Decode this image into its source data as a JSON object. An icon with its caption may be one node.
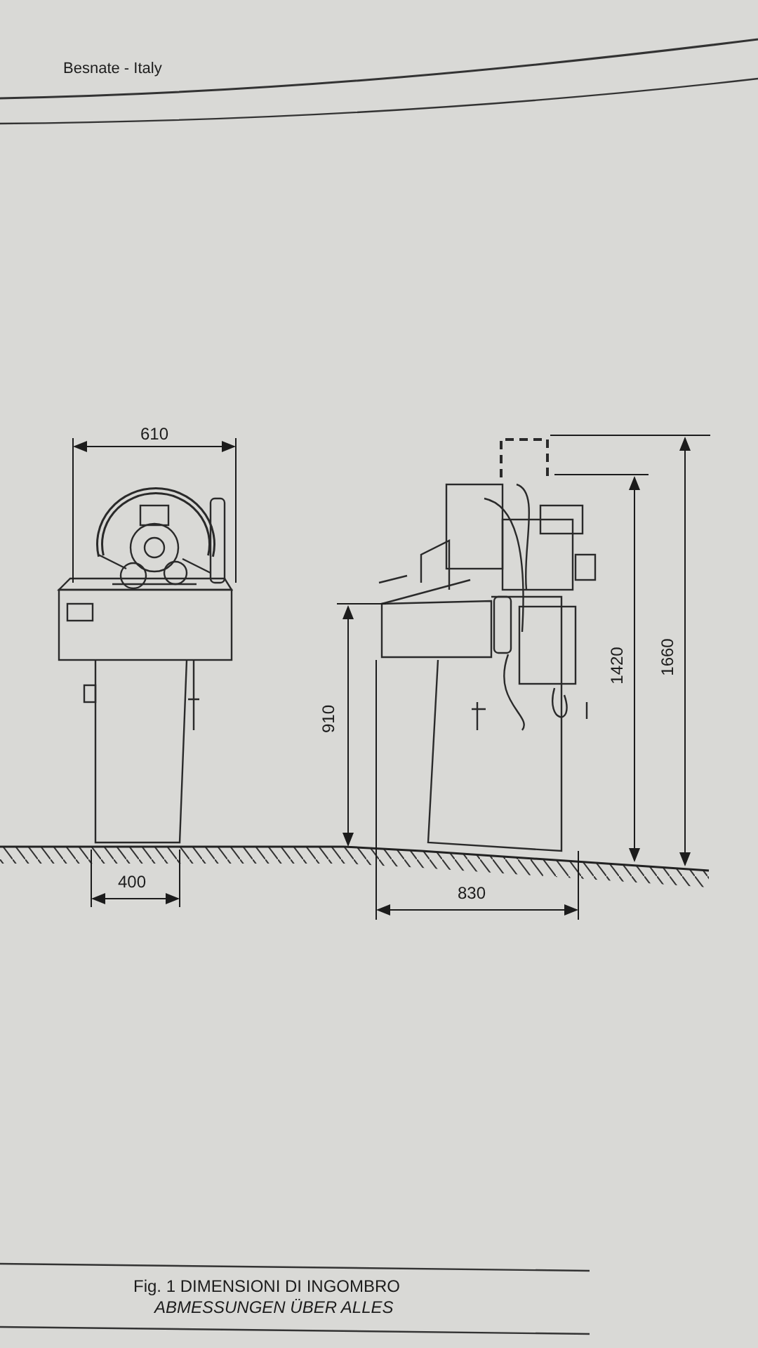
{
  "diagram": {
    "labels": [
      "Besnate - Italy",
      "610",
      "400",
      "910",
      "830",
      "1420",
      "1660",
      "Fig. 1 DIMENSIONI DI INGOMBRO",
      "ABMESSUNGEN ÜBER ALLES"
    ]
  }
}
